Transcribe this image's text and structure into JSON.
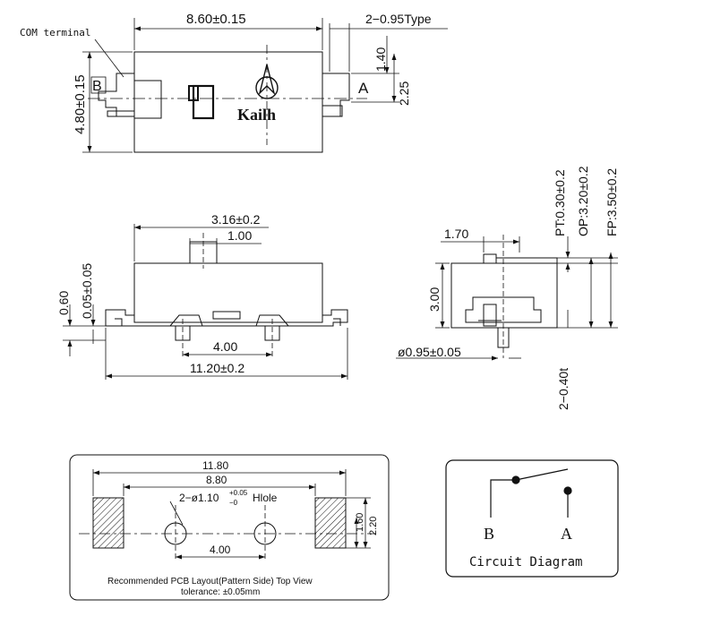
{
  "top_view": {
    "com_terminal": "COM terminal",
    "width_dim": "8.60±0.15",
    "type_label": "2−0.95Type",
    "height_dim": "4.80±0.15",
    "dim_140": "1.40",
    "dim_225": "2.25",
    "label_b": "B",
    "label_a": "A",
    "logo_text": "Kailh"
  },
  "front_view": {
    "dim_316": "3.16±0.2",
    "dim_100": "1.00",
    "dim_060": "0.60",
    "dim_005": "0.05±0.05",
    "dim_400": "4.00",
    "dim_1120": "11.20±0.2"
  },
  "side_view": {
    "dim_170": "1.70",
    "dim_300": "3.00",
    "pin_dia": "ø0.95±0.05",
    "pin_len": "2−0.40t",
    "pt": "PT:0.30±0.2",
    "op": "OP:3.20±0.2",
    "fp": "FP:3.50±0.2"
  },
  "pcb_layout": {
    "dim_1180": "11.80",
    "dim_880": "8.80",
    "hole_prefix": "2−ø1.10",
    "hole_sup": "+0.05",
    "hole_sub": "−0",
    "hole_suffix": "Hlole",
    "dim_400": "4.00",
    "dim_160": "1.60",
    "dim_220": "2.20",
    "caption": "Recommended PCB Layout(Pattern Side) Top View",
    "tolerance": "tolerance: ±0.05mm"
  },
  "circuit": {
    "label_b": "B",
    "label_a": "A",
    "title": "Circuit Diagram"
  }
}
